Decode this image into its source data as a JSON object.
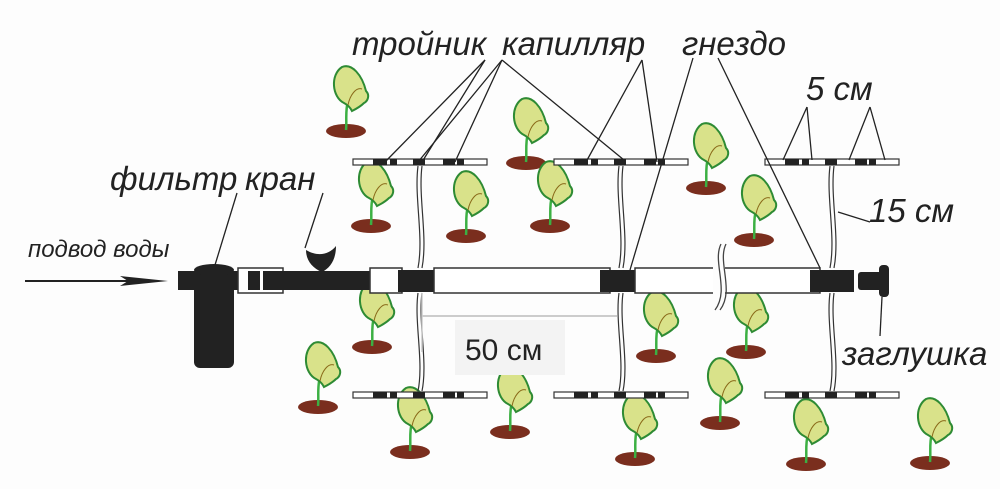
{
  "diagram": {
    "labels": {
      "water_inlet": "подвод воды",
      "filter": "фильтр",
      "valve": "кран",
      "tee": "тройник",
      "capillary": "капилляр",
      "socket": "гнездо",
      "spacing_emitters": "5 см",
      "spacing_capillary": "15 см",
      "spacing_main": "50 см",
      "end_cap": "заглушка"
    },
    "colors": {
      "leaf_fill": "#d9e28a",
      "leaf_stroke": "#2e8b34",
      "stem": "#3cb043",
      "soil": "#7a2e1e",
      "pipe_dark": "#222222"
    },
    "nodes": [
      {
        "name": "node-1"
      },
      {
        "name": "node-2"
      },
      {
        "name": "node-3"
      }
    ]
  }
}
